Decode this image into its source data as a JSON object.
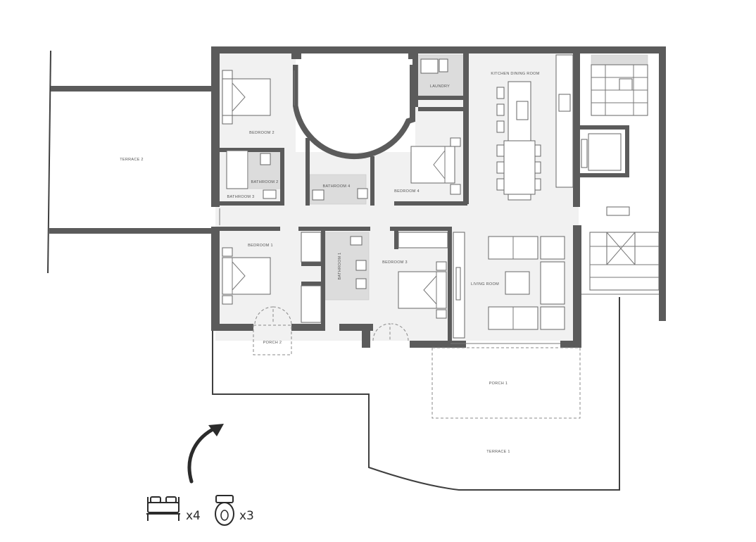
{
  "rooms": {
    "terrace_2": "TERRACE 2",
    "laundry": "LAUNDRY",
    "kitchen": "KITCHEN DINING ROOM",
    "bedroom_2": "BEDROOM 2",
    "bathroom_2": "BATHROOM 2",
    "bathroom_3": "BATHROOM 3",
    "bathroom_4": "BATHROOM 4",
    "bedroom_4": "BEDROOM 4",
    "bedroom_1": "BEDROOM 1",
    "bathroom_1": "BATHROOM 1",
    "bedroom_3": "BEDROOM 3",
    "living": "LIVING ROOM",
    "porch_2": "PORCH 2",
    "porch_1": "PORCH 1",
    "terrace_1": "TERRACE 1"
  },
  "summary": {
    "bedrooms_count": "x4",
    "bathrooms_count": "x3"
  },
  "icons": [
    "north-arrow-icon",
    "bed-icon",
    "toilet-icon"
  ]
}
